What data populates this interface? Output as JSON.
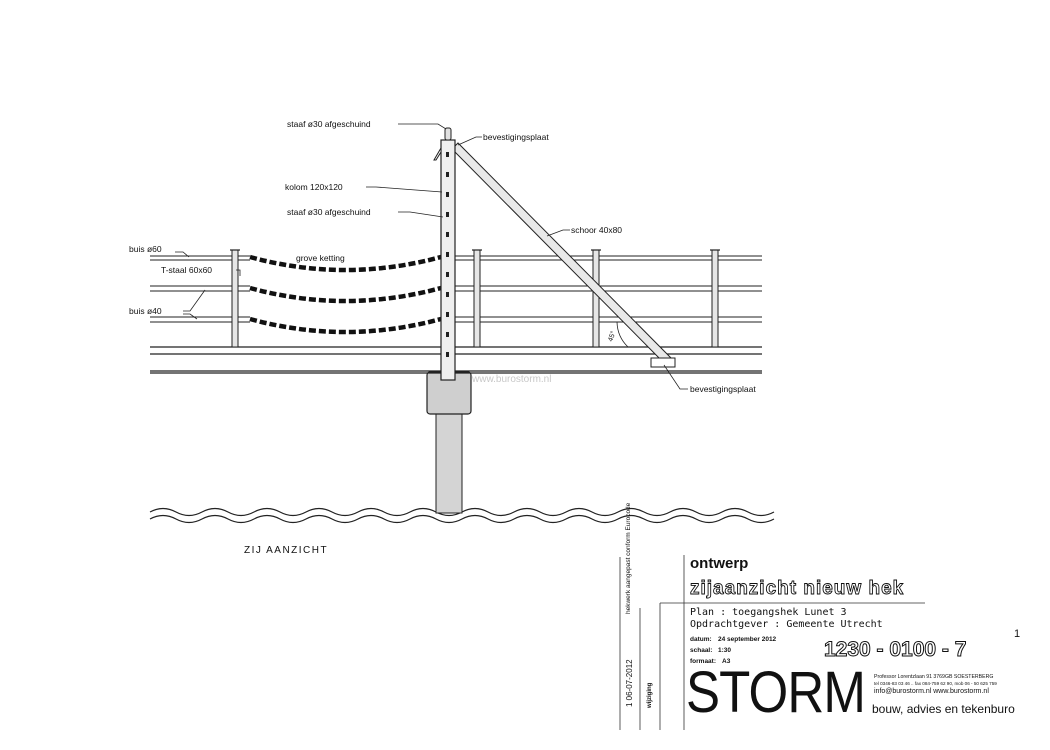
{
  "labels": {
    "staaf_top": "staaf ø30 afgeschuind",
    "bevestigingsplaat_top": "bevestigingsplaat",
    "kolom": "kolom 120x120",
    "staaf_mid": "staaf ø30 afgeschuind",
    "schoor": "schoor 40x80",
    "buis60": "buis ø60",
    "grove_ketting": "grove ketting",
    "tstaal": "T-staal 60x60",
    "buis40": "buis ø40",
    "angle": "45°",
    "bevestigingsplaat_bottom": "bevestigingsplaat",
    "watermark": "www.burostorm.nl",
    "view_title": "ZIJ AANZICHT"
  },
  "titleblock": {
    "vertical_note": "hekwerk aangepast conform Eurocode",
    "revision_line": "1   06-07-2012",
    "revision_label": "wijziging",
    "stage": "ontwerp",
    "drawing_title": "zijaanzicht nieuw hek",
    "plan": "Plan : toegangshek Lunet 3",
    "client": "Opdrachtgever : Gemeente Utrecht",
    "date_label": "datum:",
    "date_value": "24 september 2012",
    "scale_label": "schaal:",
    "scale_value": "1:30",
    "format_label": "formaat:",
    "format_value": "A3",
    "number": "1230 - 0100 - 7",
    "revision_sup": "1",
    "company": "STORM",
    "address": "Professor Lorentzlaan 91  3769GB SOESTERBERG",
    "phones": "tel 0346-83 03 46 .. fax 084-759 62 90, mob 06 - 50 625 759",
    "contact": "info@burostorm.nl    www.burostorm.nl",
    "tagline": "bouw, advies en tekenburo"
  }
}
